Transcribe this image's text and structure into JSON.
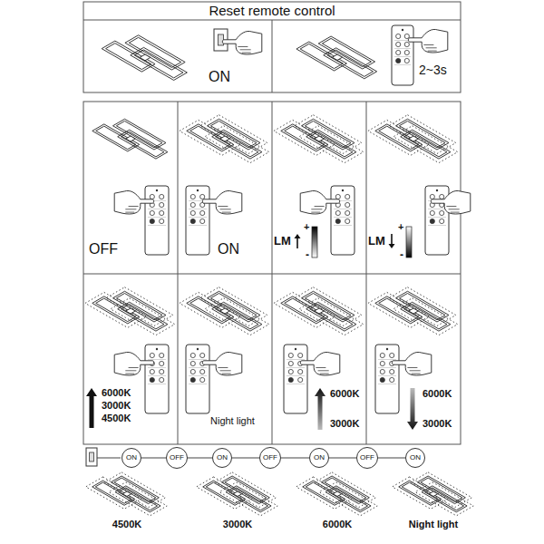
{
  "diagram": {
    "title": "Reset remote control",
    "nodes": [
      {
        "text": [
          "ON"
        ]
      },
      {
        "text": [
          "OFF"
        ]
      },
      {
        "text": [
          "ON"
        ]
      },
      {
        "text": [
          "OFF"
        ]
      },
      {
        "text": [
          "ON"
        ]
      },
      {
        "text": [
          "OFF"
        ]
      },
      {
        "text": [
          "ON"
        ]
      }
    ],
    "edges": [
      {
        "from": 0,
        "to": 1,
        "arrow": "none"
      },
      {
        "from": 1,
        "to": 2,
        "arrow": "none"
      },
      {
        "from": 2,
        "to": 3,
        "arrow": "none"
      },
      {
        "from": 3,
        "to": 4,
        "arrow": "none"
      },
      {
        "from": 4,
        "to": 5,
        "arrow": "none"
      },
      {
        "from": 5,
        "to": 6,
        "arrow": "none"
      }
    ],
    "labels": [
      "ON",
      "2~3s",
      "OFF",
      "ON",
      "LM",
      "+",
      "-",
      "LM",
      "+",
      "-",
      "6000K",
      "3000K",
      "4500K",
      "Night light",
      "6000K",
      "3000K",
      "6000K",
      "3000K",
      "4500K",
      "3000K",
      "6000K",
      "Night light"
    ]
  }
}
